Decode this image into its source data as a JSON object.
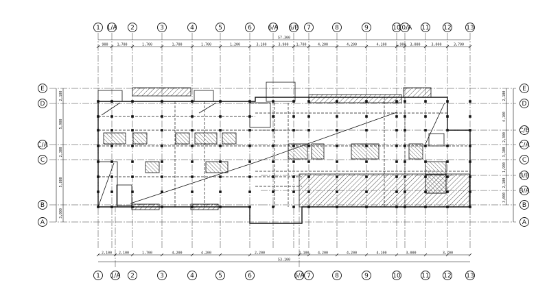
{
  "drawing": {
    "top_axis_labels": [
      "1",
      "1/A",
      "2",
      "3",
      "4",
      "5",
      "6",
      "6/A",
      "6/B",
      "7",
      "8",
      "9",
      "10",
      "10/A",
      "11",
      "12",
      "13"
    ],
    "bottom_axis_labels": [
      "1",
      "1/A",
      "2",
      "3",
      "4",
      "5",
      "6",
      "6/A",
      "7",
      "8",
      "9",
      "10",
      "11",
      "12",
      "13"
    ],
    "left_axis_labels": [
      "E",
      "D",
      "C/A",
      "C",
      "B",
      "A"
    ],
    "right_axis_labels": [
      "E",
      "D",
      "C/B",
      "C/A",
      "C",
      "B/B",
      "B/A",
      "B",
      "A"
    ],
    "top_overall_dimension": "57,300",
    "bottom_overall_dimension": "53,100",
    "top_segment_dimensions": [
      "900",
      "1,700",
      "1,700",
      "1,700",
      "1,700",
      "1,200",
      "3,100",
      "3,900",
      "1,700",
      "4,200",
      "4,200",
      "4,100",
      "1,900",
      "3,000",
      "3,000",
      "3,700"
    ],
    "bottom_segment_dimensions": [
      "2,100",
      "2,100",
      "1,700",
      "4,200",
      "4,200",
      "2,200",
      "1,100",
      "4,200",
      "4,200",
      "4,100",
      "3,000",
      "3,700"
    ],
    "left_side_dimensions": [
      "2,100",
      "5,900",
      "2,300",
      "5,800",
      "3,000"
    ],
    "right_side_dimensions": [
      "2,100",
      "4,100",
      "2,300",
      "3,100",
      "1,900",
      "2,100",
      "3,000"
    ],
    "colors": {
      "line": "#111111",
      "hatch": "#222222"
    }
  }
}
